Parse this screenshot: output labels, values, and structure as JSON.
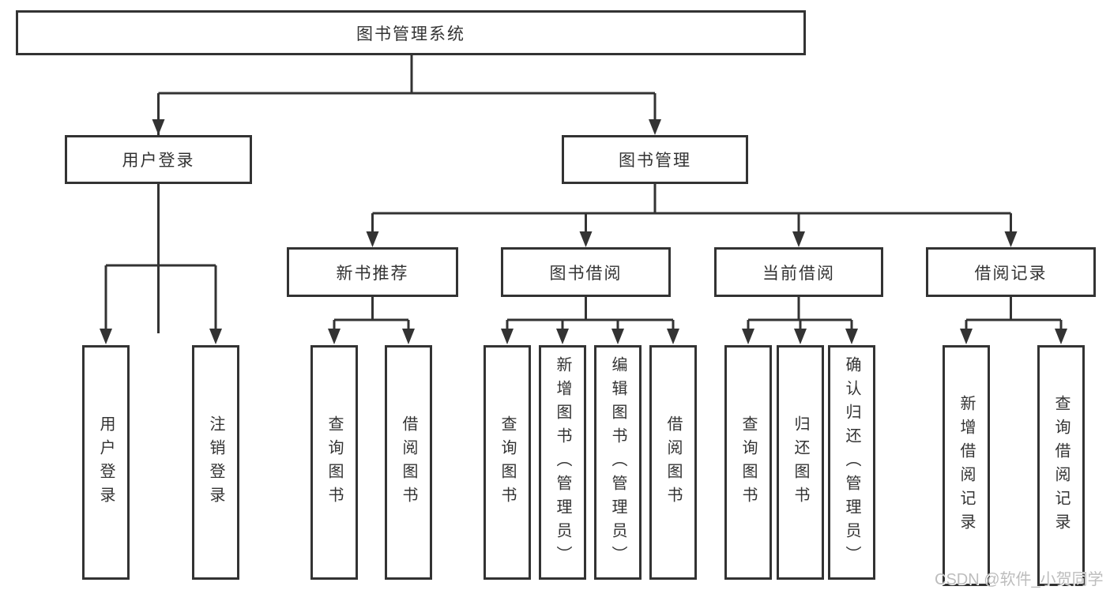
{
  "chart": {
    "title": "图书管理系统",
    "watermark": "CSDN @软件_小贺同学",
    "colors": {
      "line": "#333333",
      "box_border": "#333333",
      "text": "#333333",
      "watermark": "#bdbdbd",
      "background": "#ffffff"
    },
    "tree": {
      "label": "图书管理系统",
      "children": [
        {
          "label": "用户登录",
          "children": [
            {
              "label": "用户登录"
            },
            {
              "label": "注销登录"
            }
          ]
        },
        {
          "label": "图书管理",
          "children": [
            {
              "label": "新书推荐",
              "children": [
                {
                  "label": "查询图书"
                },
                {
                  "label": "借阅图书"
                }
              ]
            },
            {
              "label": "图书借阅",
              "children": [
                {
                  "label": "查询图书"
                },
                {
                  "label": "新增图书（管理员）"
                },
                {
                  "label": "编辑图书（管理员）"
                },
                {
                  "label": "借阅图书"
                }
              ]
            },
            {
              "label": "当前借阅",
              "children": [
                {
                  "label": "查询图书"
                },
                {
                  "label": "归还图书"
                },
                {
                  "label": "确认归还（管理员）"
                }
              ]
            },
            {
              "label": "借阅记录",
              "children": [
                {
                  "label": "新增借阅记录"
                },
                {
                  "label": "查询借阅记录"
                }
              ]
            }
          ]
        }
      ]
    }
  }
}
